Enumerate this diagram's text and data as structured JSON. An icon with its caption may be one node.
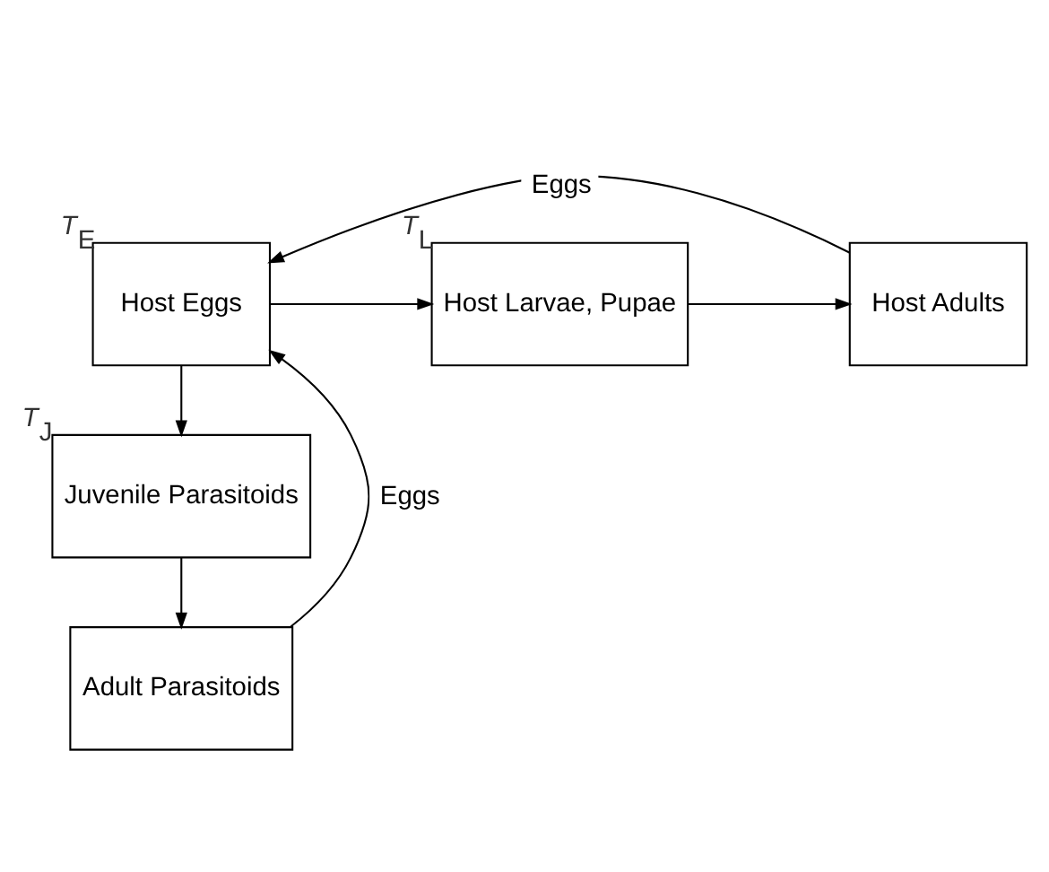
{
  "diagram": {
    "nodes": [
      {
        "text": [
          "Host Eggs"
        ],
        "beside": [
          "*T*$_{E}$"
        ]
      },
      {
        "text": [
          "Host Larvae, Pupae"
        ],
        "beside": [
          "*T*$_{L}$"
        ]
      },
      {
        "text": [
          "Host Adults"
        ]
      },
      {
        "text": [
          "Juvenile Parasitoids"
        ],
        "beside": [
          "*T*$_{J}$"
        ]
      },
      {
        "text": [
          "Adult Parasitoids"
        ]
      }
    ],
    "edges": [
      {
        "from": 0,
        "to": 1,
        "arrow": "to"
      },
      {
        "from": 1,
        "to": 2,
        "arrow": "to"
      },
      {
        "from": 2,
        "to": 0,
        "arrow": "to",
        "label": "Eggs"
      },
      {
        "from": 0,
        "to": 3,
        "arrow": "to"
      },
      {
        "from": 3,
        "to": 4,
        "arrow": "to"
      },
      {
        "from": 4,
        "to": 0,
        "arrow": "to",
        "label": "Eggs"
      }
    ]
  }
}
